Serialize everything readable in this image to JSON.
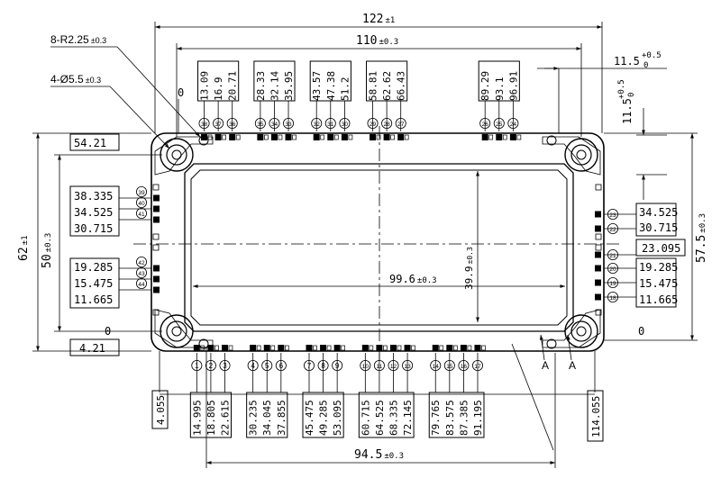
{
  "overall": {
    "width": "122",
    "width_tol": "±1",
    "height": "62",
    "height_tol": "±1"
  },
  "inner_width": {
    "value": "110",
    "tol": "±0.3"
  },
  "hole_span": {
    "value": "50",
    "tol": "±0.3"
  },
  "mount_height": {
    "value": "57.5",
    "tol": "±0.3"
  },
  "window": {
    "width": "99.6",
    "width_tol": "±0.3",
    "height": "39.9",
    "height_tol": "±0.3"
  },
  "bottom_span": {
    "value": "94.5",
    "tol": "±0.3"
  },
  "radius_callout": {
    "text": "8-R2.25",
    "tol": "±0.3"
  },
  "hole_callout": {
    "text": "4-Ø5.5",
    "tol": "±0.3"
  },
  "top_offset": {
    "value": "11.5",
    "tol_plus": "+0.5",
    "tol_minus": "0"
  },
  "top_pin_dims": [
    "13.09",
    "16.9",
    "20.71",
    "28.33",
    "32.14",
    "35.95",
    "43.57",
    "47.38",
    "51.2",
    "58.81",
    "62.62",
    "66.43",
    "89.29",
    "93.1",
    "96.91"
  ],
  "top_pin_numbers": [
    "38",
    "37",
    "36",
    "35",
    "34",
    "33",
    "32",
    "31",
    "30",
    "29",
    "28",
    "27",
    "26",
    "25",
    "24"
  ],
  "bottom_pin_dims": [
    "14.995",
    "18.805",
    "22.615",
    "30.235",
    "34.045",
    "37.855",
    "45.475",
    "49.285",
    "53.095",
    "60.715",
    "64.525",
    "68.335",
    "72.145",
    "79.765",
    "83.575",
    "87.385",
    "91.195"
  ],
  "bottom_pin_numbers": [
    "1",
    "2",
    "3",
    "4",
    "5",
    "6",
    "7",
    "8",
    "9",
    "10",
    "11",
    "12",
    "13",
    "14",
    "15",
    "16",
    "17"
  ],
  "bottom_edge_dims": [
    "4.055",
    "114.055"
  ],
  "left_dims": {
    "top": "54.21",
    "upper": [
      "38.335",
      "34.525",
      "30.715"
    ],
    "lower": [
      "19.285",
      "15.475",
      "11.665"
    ],
    "bottom": "4.21",
    "zero": "0"
  },
  "left_pin_numbers": {
    "upper": [
      "39",
      "40",
      "41"
    ],
    "lower": [
      "42",
      "43",
      "44"
    ]
  },
  "right_dims": {
    "upper": [
      "34.525",
      "30.715"
    ],
    "mid": "23.095",
    "lower": [
      "19.285",
      "15.475",
      "11.665"
    ],
    "zero": "0"
  },
  "right_pin_numbers": {
    "upper": [
      "23",
      "22"
    ],
    "lower": [
      "21",
      "20",
      "19",
      "18"
    ]
  },
  "section_marks": [
    "A",
    "A"
  ]
}
